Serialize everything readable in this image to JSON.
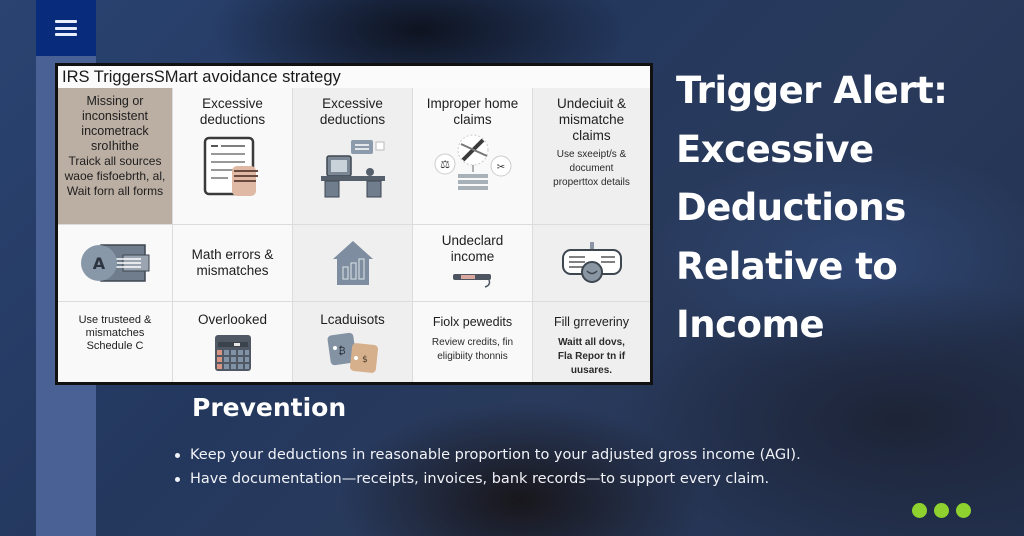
{
  "menu": {
    "icon": "hamburger-menu-icon"
  },
  "infographic": {
    "title": "IRS TriggersSMart avoidance strategy",
    "rows": [
      [
        {
          "head": "Missing or inconsistent incometrack sroIhithe",
          "sub": "",
          "body": "Traick all sources waoe fisfoebrth, al, Wait forn all forms",
          "icon": ""
        },
        {
          "head": "Excessive deductions",
          "sub": "",
          "body": "",
          "icon": "document-hand-icon"
        },
        {
          "head": "Excessive deductions",
          "sub": "",
          "body": "",
          "icon": "desk-computer-icon"
        },
        {
          "head": "Improper home claims",
          "sub": "",
          "body": "",
          "icon": "clock-tools-icon"
        },
        {
          "head": "Undeciuit & mismatche claims",
          "sub": "Use sxeeipt/s & document properttox details",
          "body": "",
          "icon": ""
        }
      ],
      [
        {
          "head": "",
          "sub": "",
          "body": "",
          "icon": "id-card-icon"
        },
        {
          "head": "Math errors & mismatches",
          "sub": "",
          "body": "",
          "icon": ""
        },
        {
          "head": "",
          "sub": "",
          "body": "",
          "icon": "house-chart-icon"
        },
        {
          "head": "Undeclard income",
          "sub": "",
          "body": "",
          "icon": "pen-icon"
        },
        {
          "head": "",
          "sub": "",
          "body": "",
          "icon": "badge-ticket-icon"
        }
      ],
      [
        {
          "head": "",
          "sub": "",
          "body": "Use trusteed & mismatches Schedule C",
          "icon": ""
        },
        {
          "head": "Overlooked",
          "sub": "",
          "body": "",
          "icon": "calculator-icon"
        },
        {
          "head": "Lcaduisots",
          "sub": "",
          "body": "",
          "icon": "tags-icon"
        },
        {
          "head": "Fiolx pewedits",
          "sub": "Review credits, fin eligibiity thonnis",
          "body": "",
          "icon": ""
        },
        {
          "head": "Fill grreveriny",
          "sub": "Waitt all dovs, Fla Repor tn if uusares.",
          "body": "",
          "icon": ""
        }
      ]
    ]
  },
  "headline": {
    "line1": "Trigger Alert:",
    "line2": "Excessive",
    "line3": "Deductions",
    "line4": "Relative to",
    "line5": "Income"
  },
  "prevention": {
    "title": "Prevention",
    "bullets": [
      "Keep your deductions in reasonable proportion to your adjusted gross income (AGI).",
      "Have documentation—receipts, invoices, bank records—to support every claim."
    ]
  },
  "pagination": {
    "count": 3,
    "color": "#8fd12e"
  },
  "colors": {
    "menu_bg": "#082b7c",
    "left_strip": "#4a6196",
    "accent_green": "#8fd12e",
    "highlight_cell": "#bbaea3"
  }
}
